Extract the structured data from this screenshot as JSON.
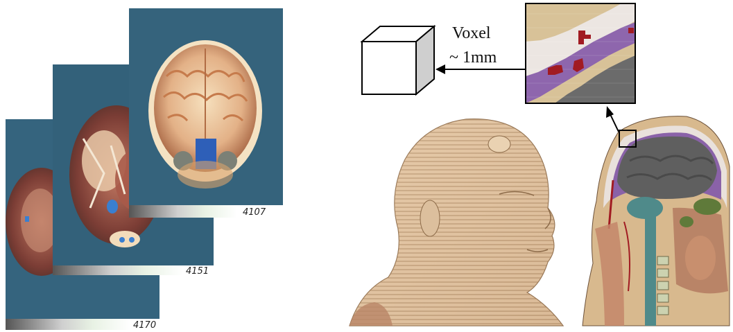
{
  "slices": [
    {
      "label": "4170"
    },
    {
      "label": "4151"
    },
    {
      "label": "4107"
    }
  ],
  "voxel": {
    "title": "Voxel",
    "size": "~ 1mm"
  },
  "colors": {
    "background_blue": "#2f5e78",
    "skin": "#e8c9a8",
    "brain_gray": "#5f5f5f",
    "csf_purple": "#8a62a8",
    "bone_white": "#e9e1dc",
    "blood_red": "#a11b22",
    "spine_teal": "#4f8a8a",
    "muscle": "#b98467",
    "fat": "#d8b98e",
    "green": "#5f7a3a"
  },
  "icons": [
    "voxel-cube-icon",
    "arrow-icon"
  ]
}
